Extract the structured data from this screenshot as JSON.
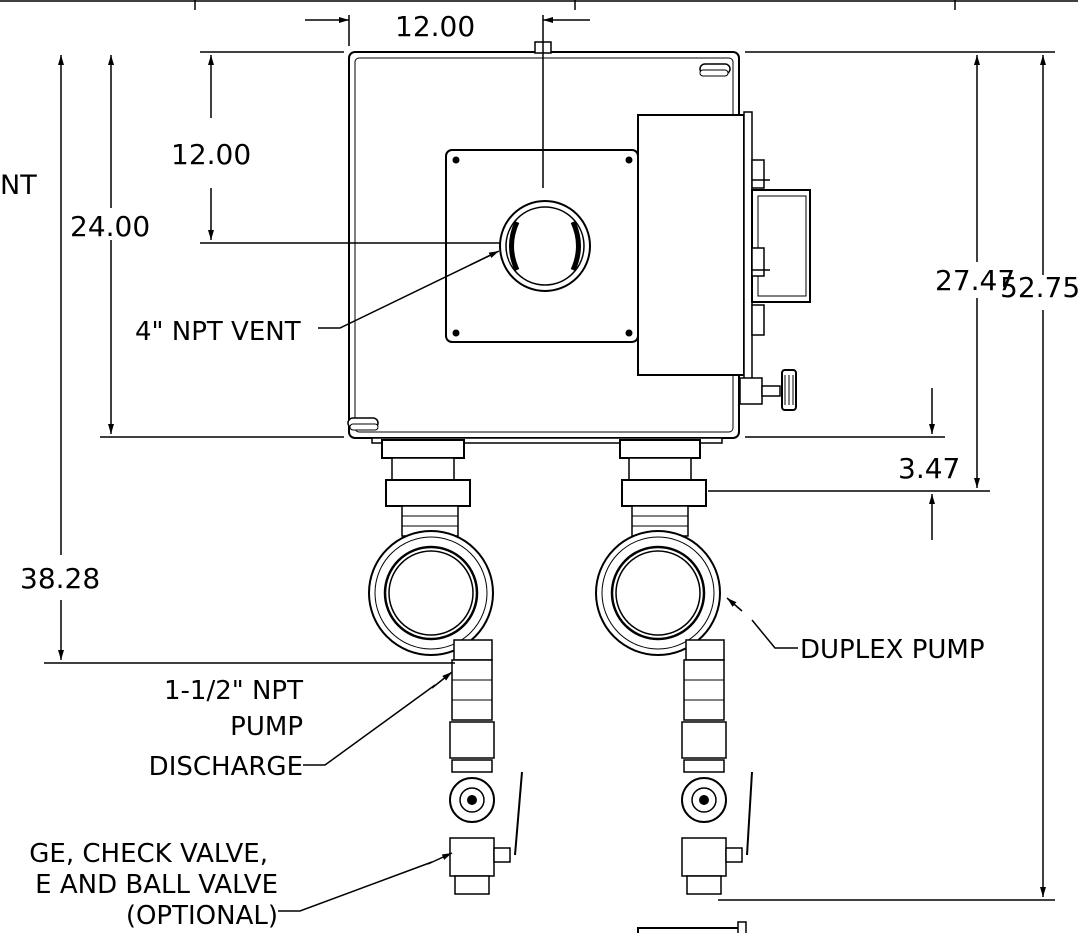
{
  "dimensions": {
    "top_width": "12.00",
    "vent_height": "12.00",
    "tank_height": "24.00",
    "pump_outlet_height": "38.28",
    "panel_height": "27.47",
    "panel_offset": "3.47",
    "overall_height": "52.75"
  },
  "callouts": {
    "left_partial": "NT",
    "vent": "4\" NPT VENT",
    "duplex_pump": "DUPLEX PUMP",
    "pump_discharge_line1": "1-1/2\" NPT",
    "pump_discharge_line2": "PUMP",
    "pump_discharge_line3": "DISCHARGE",
    "valves_line1": "GE, CHECK VALVE,",
    "valves_line2": "E AND BALL VALVE",
    "valves_line3": "(OPTIONAL)"
  }
}
